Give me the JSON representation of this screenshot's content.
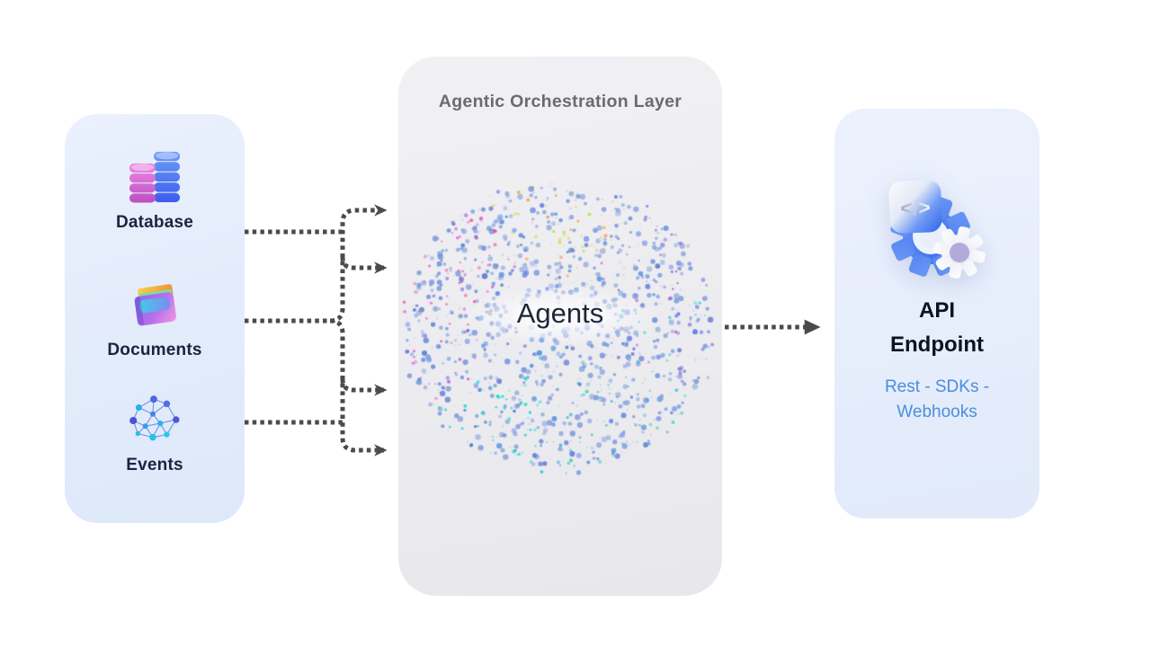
{
  "page": {
    "background": "#ffffff"
  },
  "sources_panel": {
    "items": [
      {
        "label": "Database",
        "icon": "database-icon"
      },
      {
        "label": "Documents",
        "icon": "documents-icon"
      },
      {
        "label": "Events",
        "icon": "events-icon"
      }
    ]
  },
  "orchestration_panel": {
    "title": "Agentic Orchestration Layer",
    "core_label": "Agents"
  },
  "api_panel": {
    "icon": "api-gears-icon",
    "icon_glyph": "</>",
    "title": "API Endpoint",
    "subtitle": "Rest - SDKs - Webhooks"
  },
  "colors": {
    "arrow": "#4a4b4d",
    "source_label": "#1a2440",
    "orchestration_title": "#6a6b6f",
    "agents_text": "#1e2635",
    "api_title": "#0d1120",
    "api_subtitle": "#4a8edc"
  }
}
